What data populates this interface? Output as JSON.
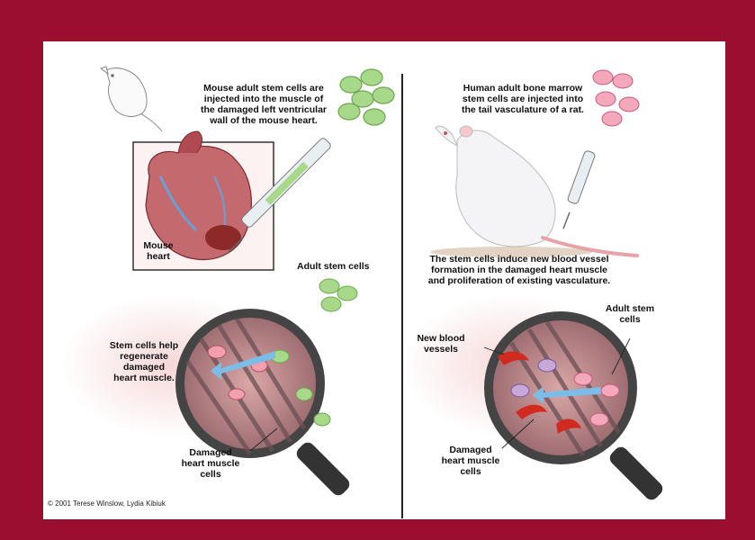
{
  "left": {
    "caption_top": "Mouse adult stem cells are\ninjected into the muscle of\nthe damaged left ventricular\nwall of the mouse heart.",
    "mouse_heart_label": "Mouse\nheart",
    "adult_stem_cells_label": "Adult stem cells",
    "regenerate_label": "Stem cells help\nregenerate\ndamaged\nheart muscle.",
    "damaged_cells_label": "Damaged\nheart muscle\ncells"
  },
  "right": {
    "caption_top": "Human adult bone marrow\nstem cells are injected into\nthe tail vasculature of a rat.",
    "caption_mid": "The stem cells induce new blood vessel\nformation in the damaged heart muscle\nand proliferation of existing vasculature.",
    "new_vessels_label": "New blood\nvessels",
    "adult_stem_cells_label": "Adult stem\ncells",
    "damaged_cells_label": "Damaged\nheart muscle\ncells"
  },
  "copyright": "© 2001 Terese Winslow, Lydia Kibiuk",
  "colors": {
    "frame": "#9a0e2f",
    "stem_green": "#a8d98a",
    "stem_pink": "#f08ca6",
    "muscle": "#8a5a5a",
    "vessel_red": "#d22a1e"
  }
}
